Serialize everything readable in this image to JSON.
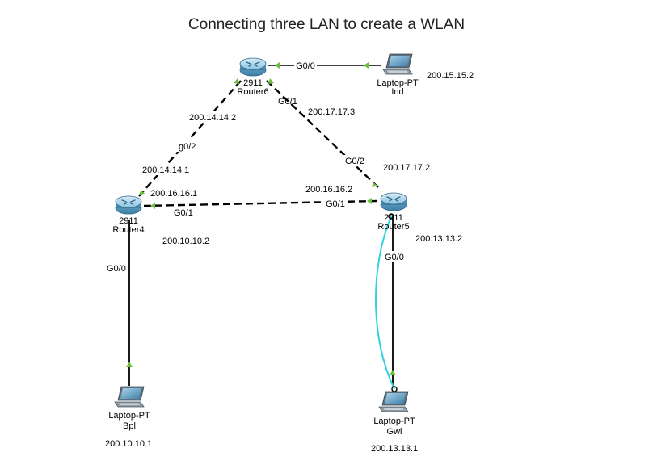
{
  "title": "Connecting three LAN to create a WLAN",
  "devices": {
    "router6": {
      "model": "2911",
      "name": "Router6"
    },
    "router4": {
      "model": "2911",
      "name": "Router4"
    },
    "router5": {
      "model": "2911",
      "name": "Router5"
    },
    "laptop_ind": {
      "type": "Laptop-PT",
      "name": "Ind"
    },
    "laptop_bpl": {
      "type": "Laptop-PT",
      "name": "Bpl"
    },
    "laptop_gwl": {
      "type": "Laptop-PT",
      "name": "Gwl"
    }
  },
  "labels": {
    "r6_g00": "G0/0",
    "ind_ip": "200.15.15.2",
    "r6_g01": "G0/1",
    "r6_r5_ip": "200.17.17.3",
    "r6_r4_ip": "200.14.14.2",
    "r4_g02": "g0/2",
    "r4_r6_ip": "200.14.14.1",
    "r4_r5_ip": "200.16.16.1",
    "r4_g01": "G0/1",
    "r5_g01": "G0/1",
    "r5_r4_ip": "200.16.16.2",
    "r5_g02": "G0/2",
    "r5_r6_ip": "200.17.17.2",
    "r4_lan_ip": "200.10.10.2",
    "r4_g00": "G0/0",
    "r5_lan_ip": "200.13.13.2",
    "r5_g00": "G0/0",
    "bpl_ip": "200.10.10.1",
    "gwl_ip": "200.13.13.1"
  },
  "colors": {
    "link": "#000000",
    "port_up": "#6abf3a",
    "console_cable": "#2fd3e0",
    "router_body": "#4a8fb5",
    "laptop_screen": "#4f8db5"
  },
  "icons": [
    "router-icon",
    "laptop-icon",
    "port-up-triangle-icon"
  ]
}
